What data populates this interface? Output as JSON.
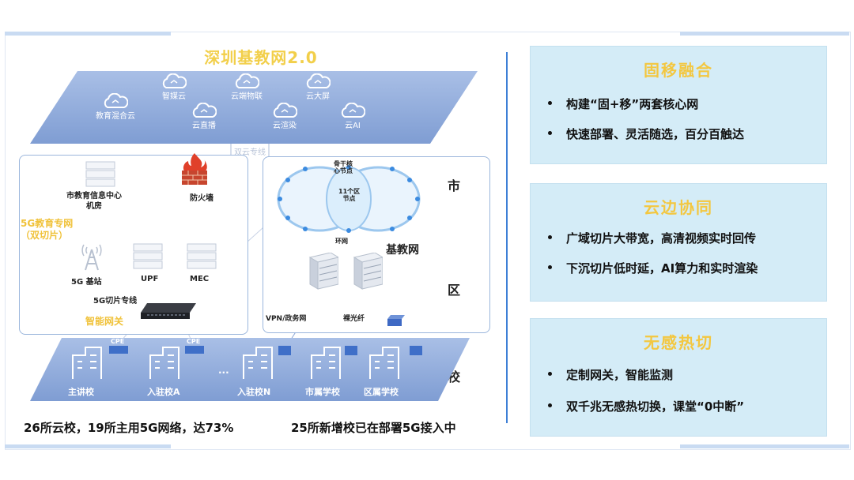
{
  "diagram": {
    "title": "深圳基教网2.0",
    "clouds": [
      "智媒云",
      "云端物联",
      "云大屏",
      "教育混合云",
      "云直播",
      "云渲染",
      "云AI"
    ],
    "dual_cloud_line": "双云专线",
    "left_box": {
      "datacenter": "市教育信息中心\n机房",
      "firewall": "防火墙",
      "private_net": "5G教育专网\n（双切片）",
      "base_station": "5G 基站",
      "upf": "UPF",
      "mec": "MEC",
      "slice_line": "5G切片专线",
      "gateway": "智能网关"
    },
    "right_box": {
      "core_node": "骨干核\n心节点",
      "district_nodes": "11个区\n节点",
      "ring": "环网",
      "network": "基教网",
      "vpn": "VPN/政务网",
      "fiber": "裸光纤"
    },
    "levels": [
      "市",
      "区",
      "校"
    ],
    "cpe": "CPE",
    "ellipsis": "...",
    "schools": [
      "主讲校",
      "入驻校A",
      "入驻校N",
      "市属学校",
      "区属学校"
    ]
  },
  "stats": {
    "left": "26所云校，19所主用5G网络，达73%",
    "right": "25所新增校已在部署5G接入中"
  },
  "panels": [
    {
      "title": "固移融合",
      "bullets": [
        "构建“固+移”两套核心网",
        "快速部署、灵活随选，百分百触达"
      ]
    },
    {
      "title": "云边协同",
      "bullets": [
        "广域切片大带宽，高清视频实时回传",
        "下沉切片低时延，AI算力和实时渲染"
      ]
    },
    {
      "title": "无感热切",
      "bullets": [
        "定制网关，智能监测",
        "双千兆无感热切换，课堂“0中断”"
      ]
    }
  ],
  "colors": {
    "accent_yellow": "#f2cf4a",
    "plane_blue": "#8ea9d8",
    "panel_bg": "#d4ecf7",
    "divider": "#3d7fd6"
  }
}
